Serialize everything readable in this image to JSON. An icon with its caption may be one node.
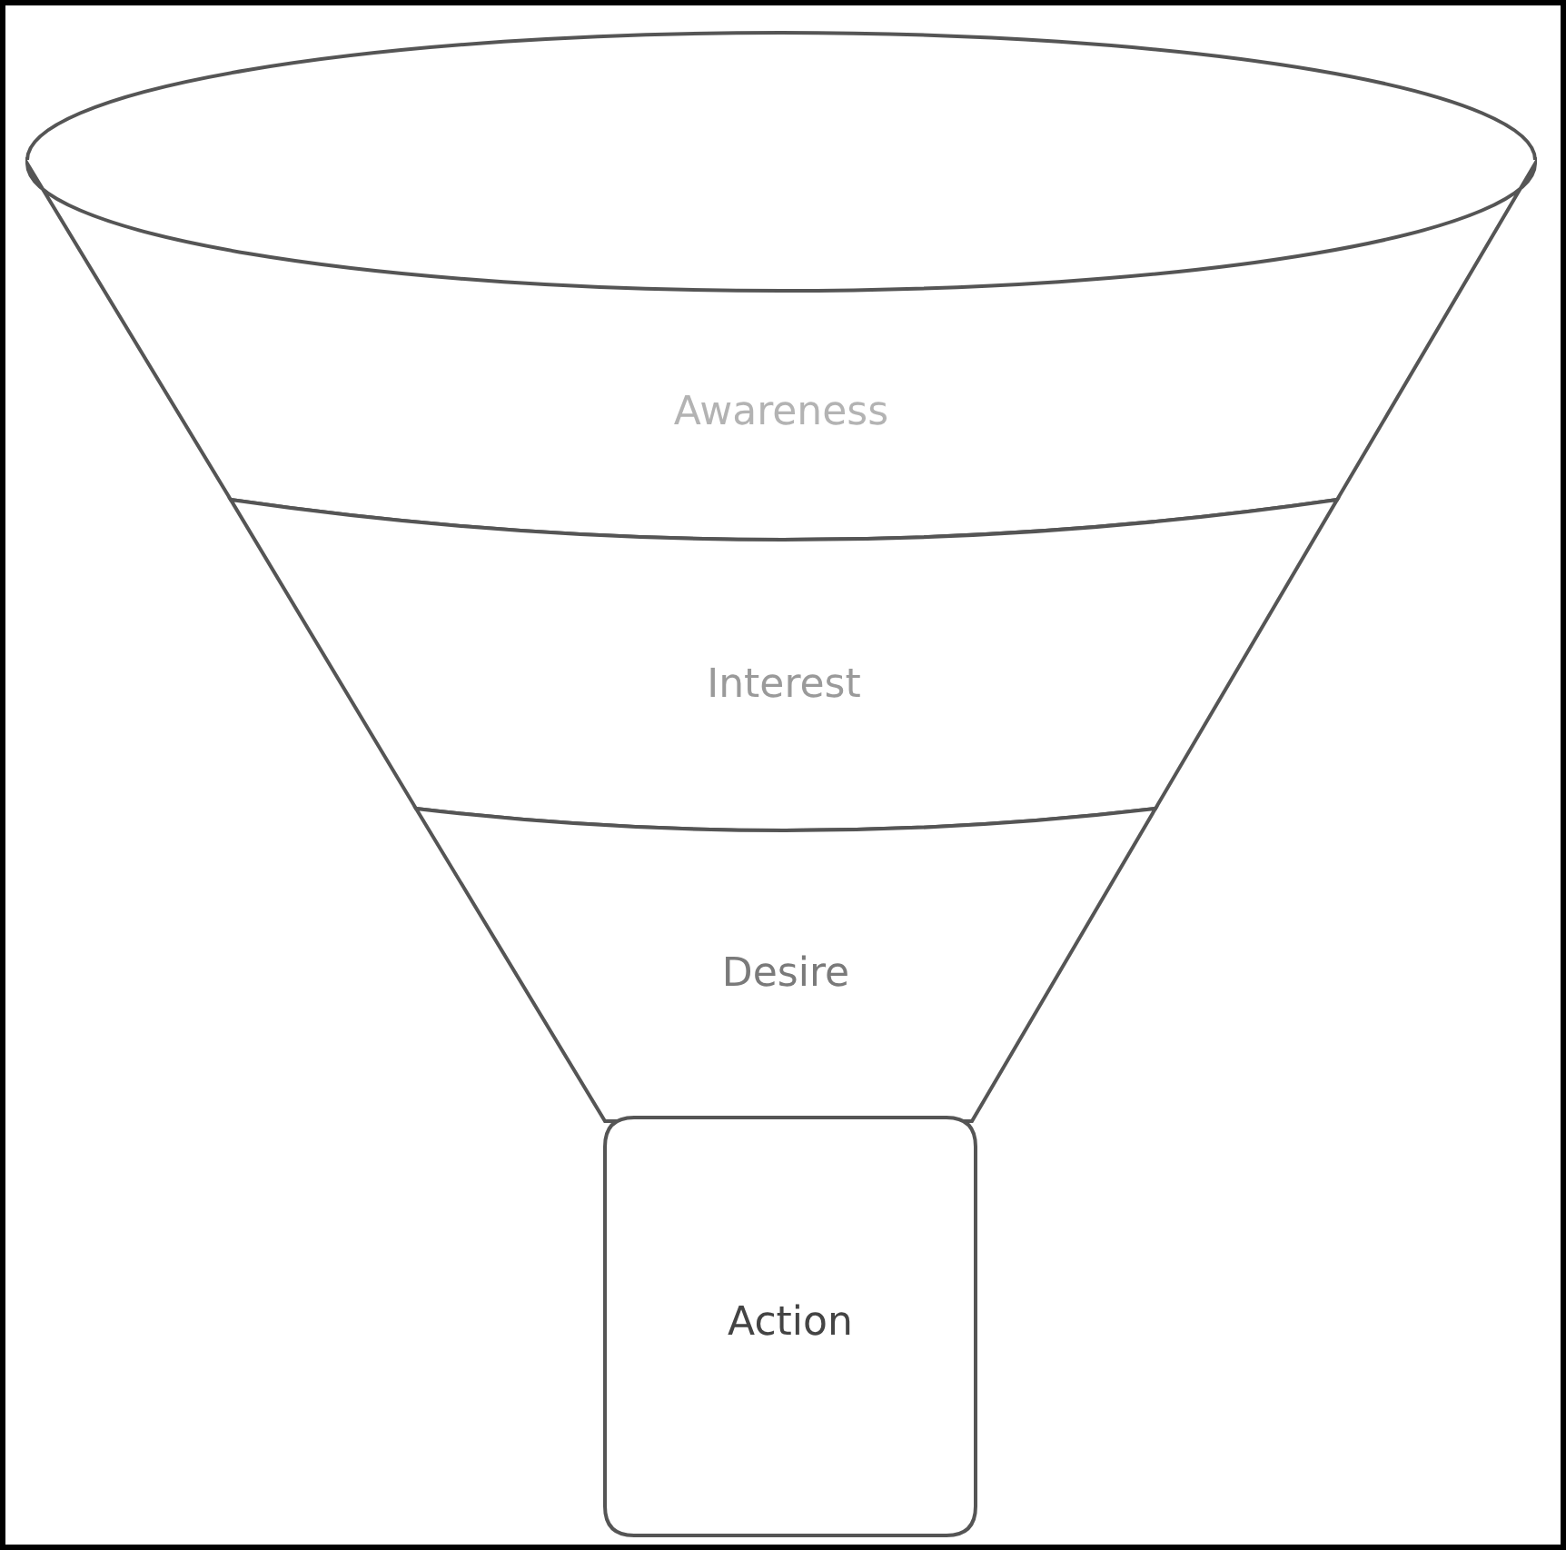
{
  "diagram": {
    "nodes": [
      {
        "text": [
          "Awareness"
        ]
      },
      {
        "text": [
          "Interest"
        ]
      },
      {
        "text": [
          "Desire"
        ]
      },
      {
        "text": [
          "Action"
        ]
      }
    ]
  }
}
